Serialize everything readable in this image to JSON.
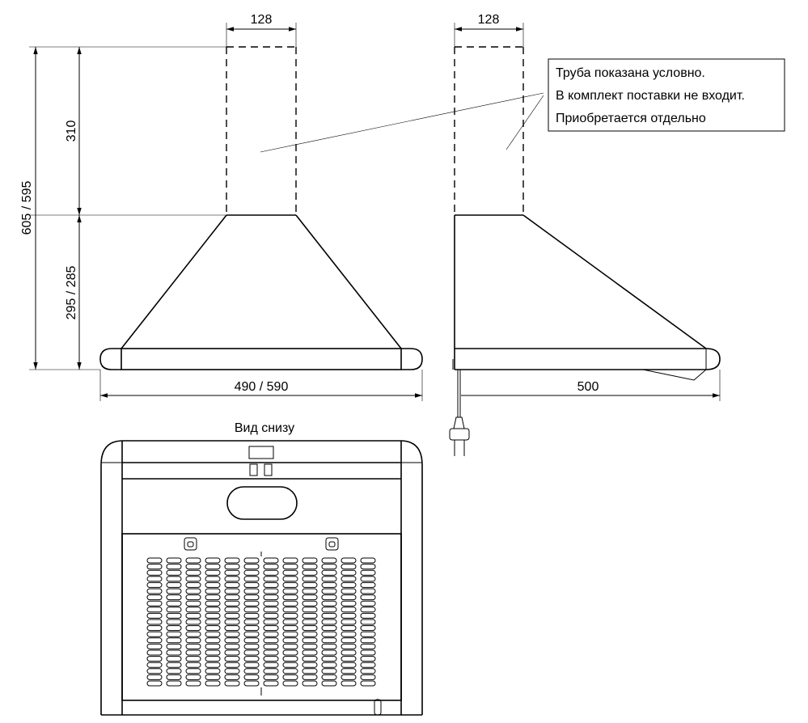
{
  "dimensions": {
    "pipe_width_front": "128",
    "pipe_width_side": "128",
    "pipe_height": "310",
    "total_height": "605 / 595",
    "body_height": "295 / 285",
    "width": "490 / 590",
    "depth": "500"
  },
  "note": {
    "line1": "Труба показана условно.",
    "line2": "В комплект поставки не входит.",
    "line3": "Приобретается отдельно"
  },
  "bottom_view": {
    "title": "Вид снизу"
  }
}
